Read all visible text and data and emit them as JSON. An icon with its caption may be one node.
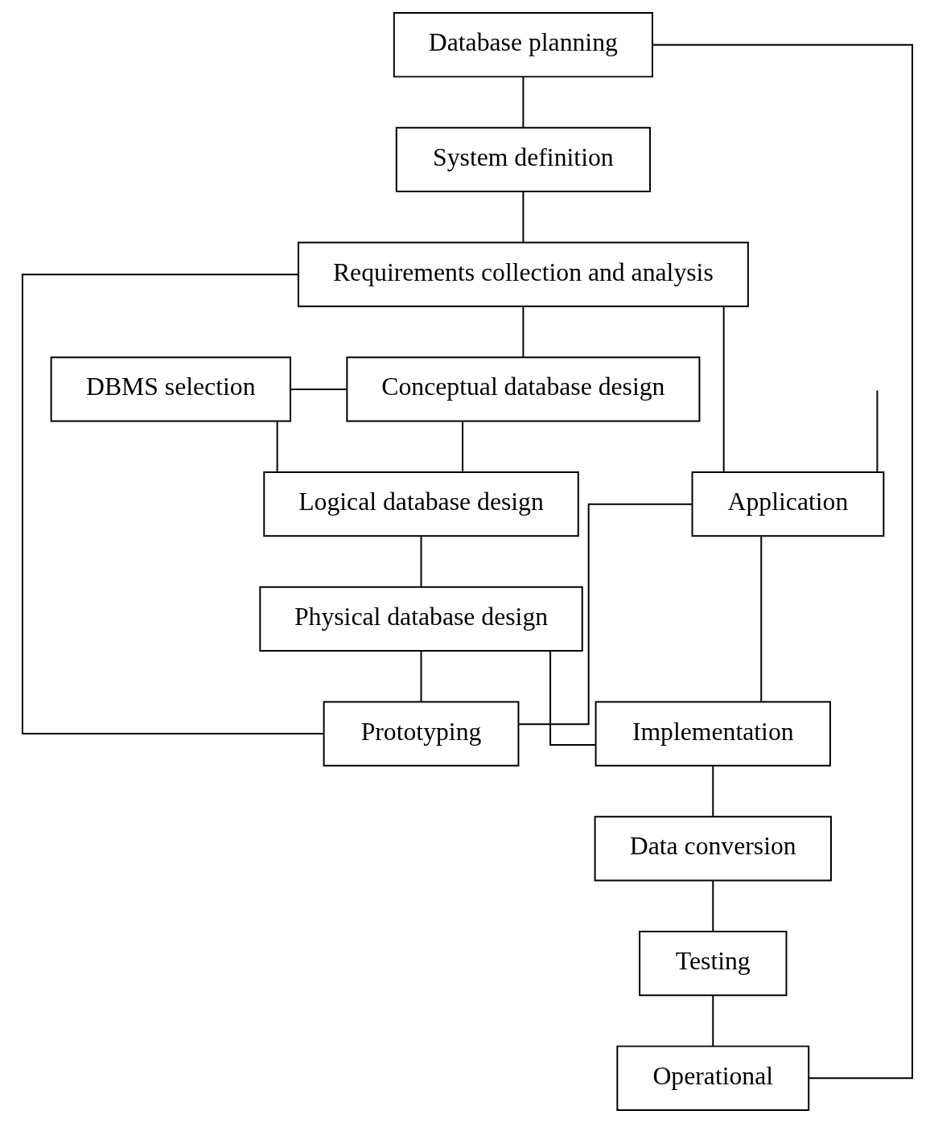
{
  "diagram": {
    "nodes": [
      {
        "text": [
          "Database planning"
        ]
      },
      {
        "text": [
          "System definition"
        ]
      },
      {
        "text": [
          "Requirements collection and analysis"
        ]
      },
      {
        "text": [
          "Conceptual database design"
        ]
      },
      {
        "text": [
          "DBMS selection"
        ]
      },
      {
        "text": [
          "Logical database design"
        ]
      },
      {
        "text": [
          "Physical database design"
        ]
      },
      {
        "text": [
          "Application"
        ]
      },
      {
        "text": [
          "Prototyping"
        ]
      },
      {
        "text": [
          "Implementation"
        ]
      },
      {
        "text": [
          "Data conversion"
        ]
      },
      {
        "text": [
          "Testing"
        ]
      },
      {
        "text": [
          "Operational"
        ]
      }
    ],
    "edges": [
      {
        "from": 0,
        "to": 1,
        "arrow": "none"
      },
      {
        "from": 1,
        "to": 2,
        "arrow": "none"
      },
      {
        "from": 2,
        "to": 3,
        "arrow": "none"
      },
      {
        "from": 3,
        "to": 5,
        "arrow": "none"
      },
      {
        "from": 4,
        "to": 3,
        "arrow": "none"
      },
      {
        "from": 4,
        "to": 5,
        "arrow": "none"
      },
      {
        "from": 5,
        "to": 6,
        "arrow": "none"
      },
      {
        "from": 2,
        "to": 7,
        "arrow": "none"
      },
      {
        "from": null,
        "to": 7,
        "arrow": "none"
      },
      {
        "from": 2,
        "to": 8,
        "arrow": "none"
      },
      {
        "from": 6,
        "to": 8,
        "arrow": "none"
      },
      {
        "from": 6,
        "to": 9,
        "arrow": "none"
      },
      {
        "from": 7,
        "to": 8,
        "arrow": "none"
      },
      {
        "from": 7,
        "to": 9,
        "arrow": "none"
      },
      {
        "from": 9,
        "to": 10,
        "arrow": "none"
      },
      {
        "from": 10,
        "to": 11,
        "arrow": "none"
      },
      {
        "from": 11,
        "to": 12,
        "arrow": "none"
      },
      {
        "from": 12,
        "to": 0,
        "arrow": "none"
      }
    ]
  }
}
